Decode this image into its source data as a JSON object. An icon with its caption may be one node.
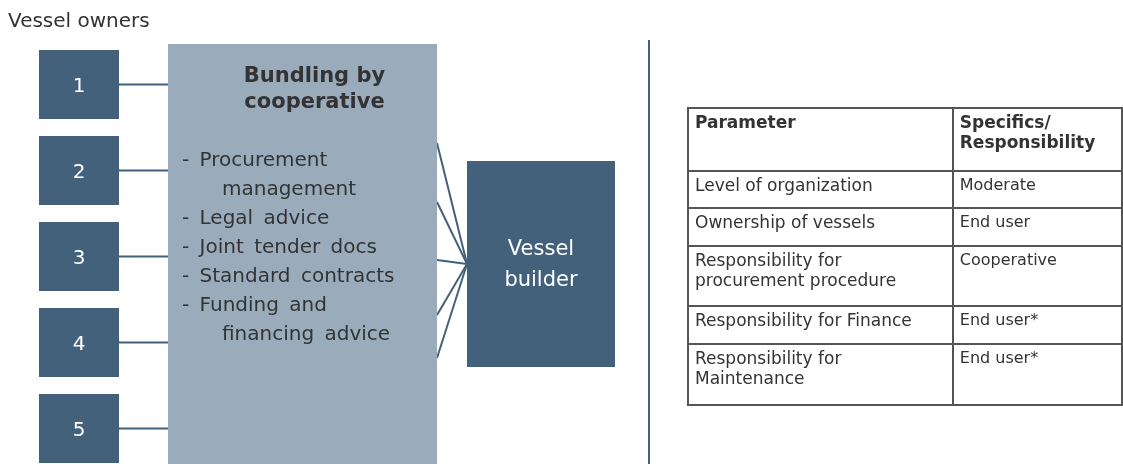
{
  "diagram": {
    "nodes": [
      {
        "text": [
          "1"
        ]
      },
      {
        "text": [
          "2"
        ]
      },
      {
        "text": [
          "3"
        ]
      },
      {
        "text": [
          "4"
        ]
      },
      {
        "text": [
          "5"
        ]
      },
      {
        "text": [
          "Bundling by cooperative",
          "- Procurement management",
          "- Legal advice",
          "- Joint tender docs",
          "- Standard contracts",
          "- Funding and financing advice"
        ]
      },
      {
        "text": [
          "Vessel builder"
        ]
      }
    ],
    "edges": [
      {
        "from": 0,
        "to": 5,
        "arrow": "none"
      },
      {
        "from": 1,
        "to": 5,
        "arrow": "none"
      },
      {
        "from": 2,
        "to": 5,
        "arrow": "none"
      },
      {
        "from": 3,
        "to": 5,
        "arrow": "none"
      },
      {
        "from": 4,
        "to": 5,
        "arrow": "none"
      },
      {
        "from": 5,
        "to": 6,
        "arrow": "none"
      },
      {
        "from": 5,
        "to": 6,
        "arrow": "none"
      },
      {
        "from": 5,
        "to": 6,
        "arrow": "none"
      },
      {
        "from": 5,
        "to": 6,
        "arrow": "none"
      },
      {
        "from": 5,
        "to": 6,
        "arrow": "none"
      }
    ],
    "labels": [
      "Vessel owners",
      "Parameter",
      "Specifics/ Responsibility",
      "Level of organization",
      "Moderate",
      "Ownership of vessels",
      "End user",
      "Responsibility for procurement procedure",
      "Cooperative",
      "Responsibility for Finance",
      "End user*",
      "Responsibility for Maintenance",
      "End user*"
    ]
  }
}
